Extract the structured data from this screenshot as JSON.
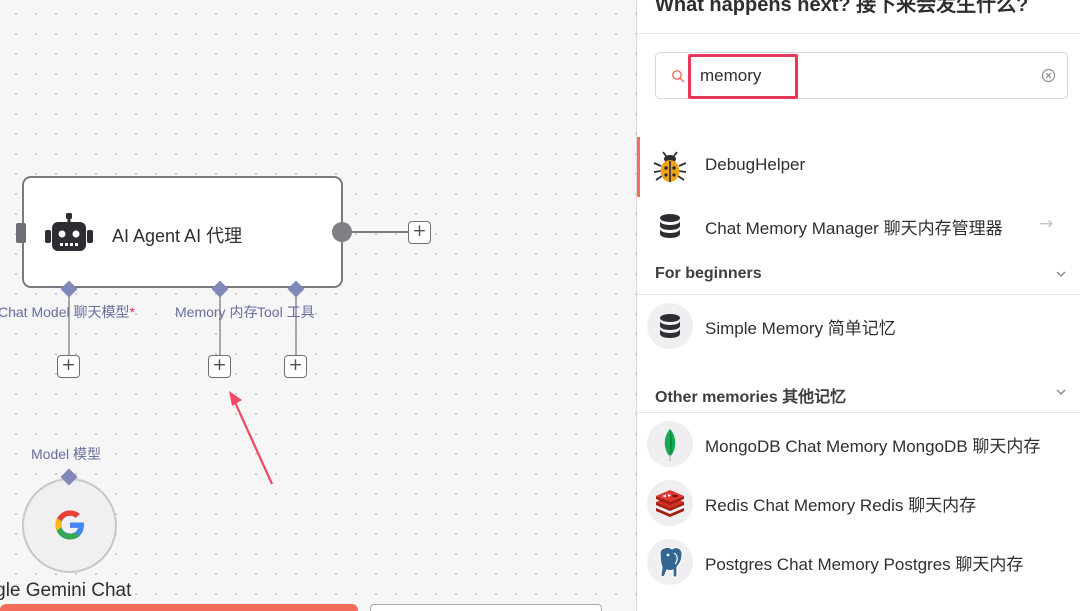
{
  "canvas": {
    "agent_node": {
      "title": "AI Agent  AI 代理",
      "ports": {
        "chat_model": {
          "label": "Chat Model  聊天模型",
          "required_mark": "*"
        },
        "memory": {
          "label": "Memory  内存"
        },
        "tool": {
          "label": "Tool  工具"
        }
      },
      "plus_symbol": "+"
    },
    "model_node": {
      "port_label": "Model  模型",
      "title": "oogle Gemini Chat"
    }
  },
  "panel": {
    "title": "What happens next?  接下来会发生什么?",
    "search": {
      "value": "memory",
      "placeholder": ""
    },
    "top_results": [
      {
        "label": "DebugHelper",
        "icon": "bug-icon",
        "active": true
      },
      {
        "label": "Chat Memory Manager  聊天内存管理器",
        "icon": "database-icon",
        "arrow": "→"
      }
    ],
    "sections": [
      {
        "label": "For beginners",
        "items": [
          {
            "label": "Simple Memory  简单记忆",
            "icon": "database-icon"
          }
        ]
      },
      {
        "label": "Other memories  其他记忆",
        "items": [
          {
            "label": "MongoDB Chat Memory  MongoDB 聊天内存",
            "icon": "mongodb-leaf-icon"
          },
          {
            "label": "Redis Chat Memory  Redis 聊天内存",
            "icon": "redis-icon"
          },
          {
            "label": "Postgres Chat Memory  Postgres 聊天内存",
            "icon": "postgres-elephant-icon"
          }
        ]
      }
    ]
  },
  "colors": {
    "accent": "#f26d5b",
    "port": "#8088b7",
    "annotation": "#e8385a"
  }
}
